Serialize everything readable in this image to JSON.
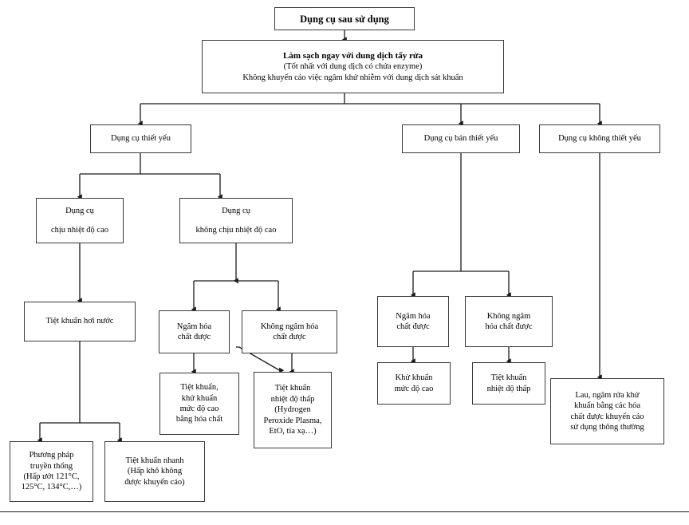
{
  "diagram": {
    "title_box": {
      "lines": [
        "Dụng cụ sau sử dụng"
      ]
    },
    "cleanse_box": {
      "line1": "Làm sạch ngay với dung dịch tẩy rửa",
      "line2": "(Tốt nhất với dung dịch có chứa enzyme)",
      "line3": "Không khuyến cáo việc ngâm khử nhiễm với dung dịch sát khuẩn"
    },
    "category_critical": "Dụng cụ thiết yếu",
    "category_semicritical": "Dụng cụ bán thiết yếu",
    "category_noncritical": "Dụng cụ không thiết yếu",
    "heat_tolerant": {
      "line1": "Dụng cụ",
      "line2": "chịu nhiệt độ cao"
    },
    "heat_intolerant": {
      "line1": "Dụng cụ",
      "line2": "không chịu nhiệt độ cao"
    },
    "steam_sterilization": "Tiệt khuẩn hơi nước",
    "soak_ok_left": {
      "line1": "Ngâm hóa",
      "line2": "chất được"
    },
    "soak_no_left": {
      "line1": "Không ngâm hóa",
      "line2": "chất được"
    },
    "traditional_method": {
      "line1": "Phương pháp",
      "line2": "truyền thống",
      "line3": "(Hấp ướt 121°C,",
      "line4": "125°C, 134°C,…)"
    },
    "fast_sterilization": {
      "line1": "Tiệt khuẩn nhanh",
      "line2": "(Hấp khô không",
      "line3": "được khuyến cáo)"
    },
    "high_level_chemical": {
      "line1": "Tiệt khuẩn,",
      "line2": "khử khuẩn",
      "line3": "mức độ cao",
      "line4": "bằng hóa chất"
    },
    "low_temp_sterilization": {
      "line1": "Tiệt khuẩn",
      "line2": "nhiệt độ thấp",
      "line3": "(Hydrogen",
      "line4": "Peroxide Plasma,",
      "line5": "EtO, tia xạ…)"
    },
    "soak_ok_mid": {
      "line1": "Ngâm hóa",
      "line2": "chất được"
    },
    "soak_no_mid": {
      "line1": "Không ngâm",
      "line2": "hóa chất được"
    },
    "high_level_disinfection": {
      "line1": "Khử khuẩn",
      "line2": "mức độ cao"
    },
    "low_temp_mid": {
      "line1": "Tiệt khuẩn",
      "line2": "nhiệt độ thấp"
    },
    "wipe_soak": {
      "line1": "Lau, ngâm rửa khử",
      "line2": "khuẩn bằng các hóa",
      "line3": "chất được khuyến cáo",
      "line4": "sử dụng thông thường"
    }
  },
  "colors": {
    "stroke": "#3a3a3a",
    "line": "#1a1a1a",
    "background": "#ffffff",
    "text": "#000000"
  }
}
